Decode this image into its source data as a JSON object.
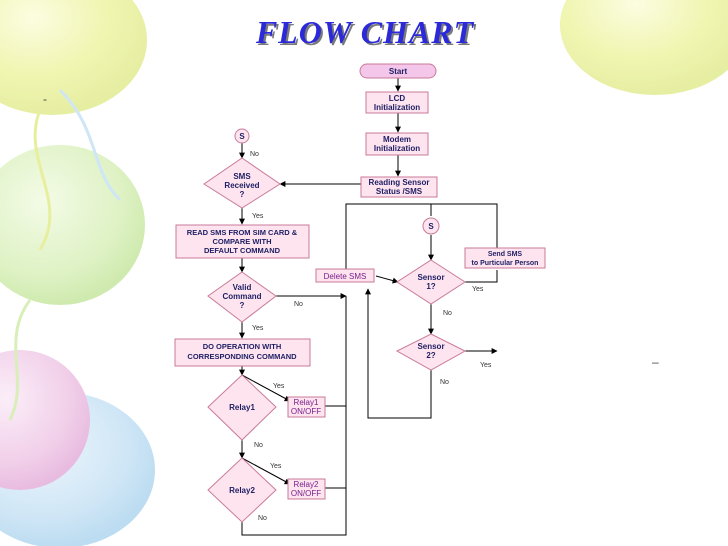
{
  "title": "FLOW CHART",
  "colors": {
    "title": "#2c2ad8",
    "box_fill": "#fde4ef",
    "box_stroke": "#c97a9a",
    "start_fill": "#f4c6ea",
    "text": "#1e1e64",
    "label_purple": "#7a1f8c",
    "line": "#000000"
  },
  "nodes": {
    "start": "Start",
    "lcd_1": "LCD",
    "lcd_2": "Initialization",
    "modem_1": "Modem",
    "modem_2": "Initialization",
    "reading_1": "Reading Sensor",
    "reading_2": "Status /SMS",
    "sms_1": "SMS",
    "sms_2": "Received",
    "sms_3": "?",
    "read_1": "READ SMS FROM SIM CARD &",
    "read_2": "COMPARE WITH",
    "read_3": "DEFAULT COMMAND",
    "valid_1": "Valid",
    "valid_2": "Command",
    "valid_3": "?",
    "doop_1": "DO OPERATION WITH",
    "doop_2": "CORRESPONDING COMMAND",
    "relay1": "Relay1",
    "relay1_box_1": "Relay1",
    "relay1_box_2": "ON/OFF",
    "relay2": "Relay2",
    "relay2_box_1": "Relay2",
    "relay2_box_2": "ON/OFF",
    "delete_sms": "Delete SMS",
    "sensor1_1": "Sensor",
    "sensor1_2": "1?",
    "sensor2_1": "Sensor",
    "sensor2_2": "2?",
    "send_sms_1": "Send SMS",
    "send_sms_2": "to Purticular Person",
    "connector_left": "S",
    "connector_right": "S"
  },
  "edges": {
    "no_sms": "No",
    "yes_sms": "Yes",
    "no_valid": "No",
    "yes_valid": "Yes",
    "yes_relay1": "Yes",
    "no_relay1": "No",
    "yes_relay2": "Yes",
    "no_relay2": "No",
    "yes_sensor1": "Yes",
    "no_sensor1": "No",
    "yes_sensor2": "Yes",
    "no_sensor2": "No"
  },
  "marks": {
    "dash_left": "-",
    "dash_right": "–"
  }
}
